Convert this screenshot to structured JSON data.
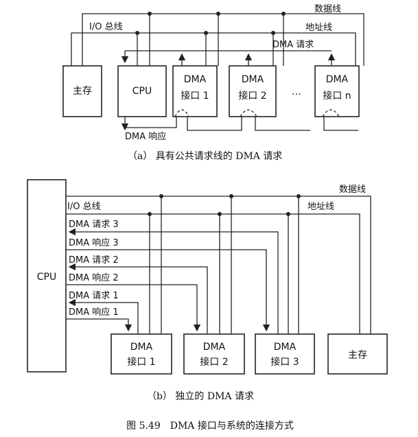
{
  "a": {
    "data_bus": "数据线",
    "io_bus": "I/O 总线",
    "addr_bus": "地址线",
    "dma_request": "DMA 请求",
    "dma_ack": "DMA 响应",
    "main_memory": "主存",
    "cpu": "CPU",
    "if1_line1": "DMA",
    "if1_line2": "接口 1",
    "if2_line1": "DMA",
    "if2_line2": "接口 2",
    "ellipsis": "…",
    "ifn_line1": "DMA",
    "ifn_line2": "接口 n",
    "caption": "（a） 具有公共请求线的 DMA 请求"
  },
  "b": {
    "data_bus": "数据线",
    "io_bus": "I/O 总线",
    "addr_bus": "地址线",
    "cpu": "CPU",
    "req3": "DMA 请求 3",
    "ack3": "DMA 响应 3",
    "req2": "DMA 请求 2",
    "ack2": "DMA 响应 2",
    "req1": "DMA 请求 1",
    "ack1": "DMA 响应 1",
    "if1_line1": "DMA",
    "if1_line2": "接口 1",
    "if2_line1": "DMA",
    "if2_line2": "接口 2",
    "if3_line1": "DMA",
    "if3_line2": "接口 3",
    "main_memory": "主存",
    "caption": "（b） 独立的 DMA 请求"
  },
  "figure_caption": "图 5.49　DMA 接口与系统的连接方式"
}
